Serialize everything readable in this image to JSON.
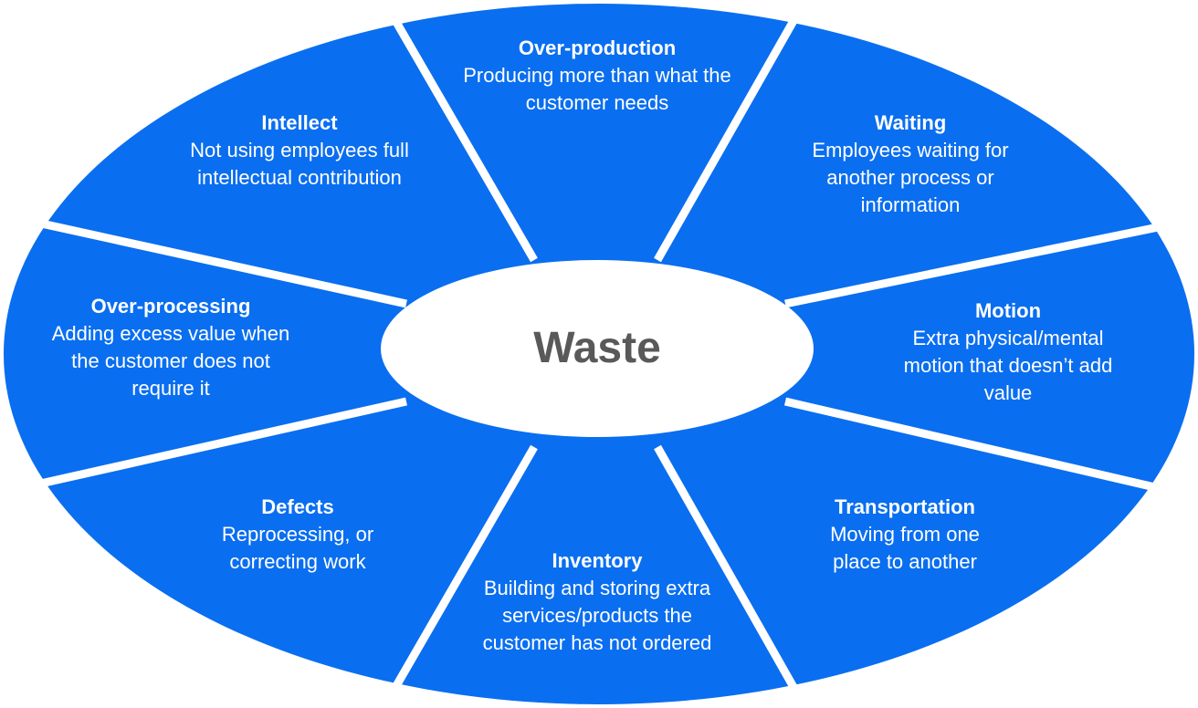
{
  "center": {
    "label": "Waste"
  },
  "segments": [
    {
      "id": "over-production",
      "title": "Over-production",
      "description": "Producing more than what the customer needs"
    },
    {
      "id": "waiting",
      "title": "Waiting",
      "description": "Employees waiting for another process or information"
    },
    {
      "id": "motion",
      "title": "Motion",
      "description": "Extra physical/mental motion that doesn’t add value"
    },
    {
      "id": "transportation",
      "title": "Transportation",
      "description": "Moving from one place to another"
    },
    {
      "id": "inventory",
      "title": "Inventory",
      "description": "Building and storing extra services/products the customer has not ordered"
    },
    {
      "id": "defects",
      "title": "Defects",
      "description": "Reprocessing, or correcting work"
    },
    {
      "id": "over-processing",
      "title": "Over-processing",
      "description": "Adding excess value when the customer does not require it"
    },
    {
      "id": "intellect",
      "title": "Intellect",
      "description": "Not using employees full intellectual contribution"
    }
  ],
  "colors": {
    "segment_fill": "#0a6ef0",
    "divider": "#ffffff",
    "center_fill": "#ffffff",
    "center_text": "#595959",
    "segment_text": "#ffffff"
  }
}
